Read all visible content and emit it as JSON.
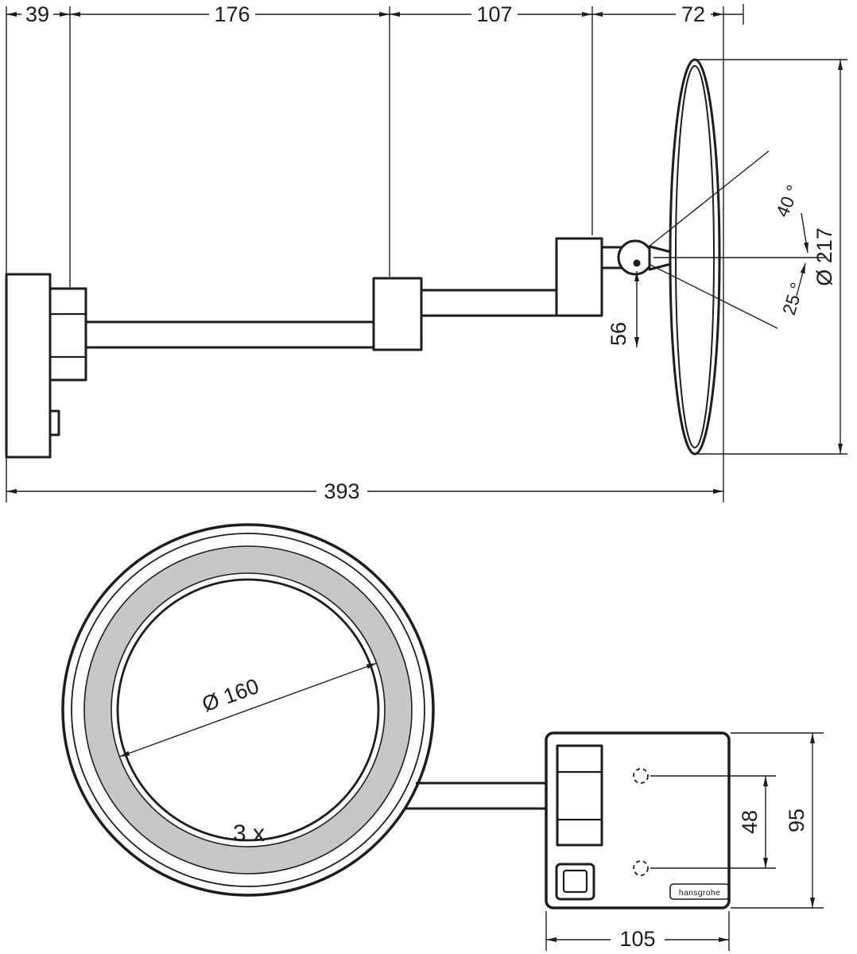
{
  "colors": {
    "line": "#1d1d1b",
    "light_ring": "#c7c7c7",
    "background": "#ffffff"
  },
  "side_view": {
    "dims": {
      "plate_depth": "39",
      "arm1": "176",
      "arm2": "107",
      "head": "72",
      "total": "393",
      "mirror_diameter": "Ø 217",
      "pivot_drop": "56"
    },
    "angles": {
      "up": "40 °",
      "down": "25 °"
    }
  },
  "front_view": {
    "glass_diameter": "Ø 160",
    "magnification": "3 x",
    "hole_spacing": "48",
    "plate_height": "95",
    "plate_width": "105",
    "brand": "hansgrohe"
  }
}
